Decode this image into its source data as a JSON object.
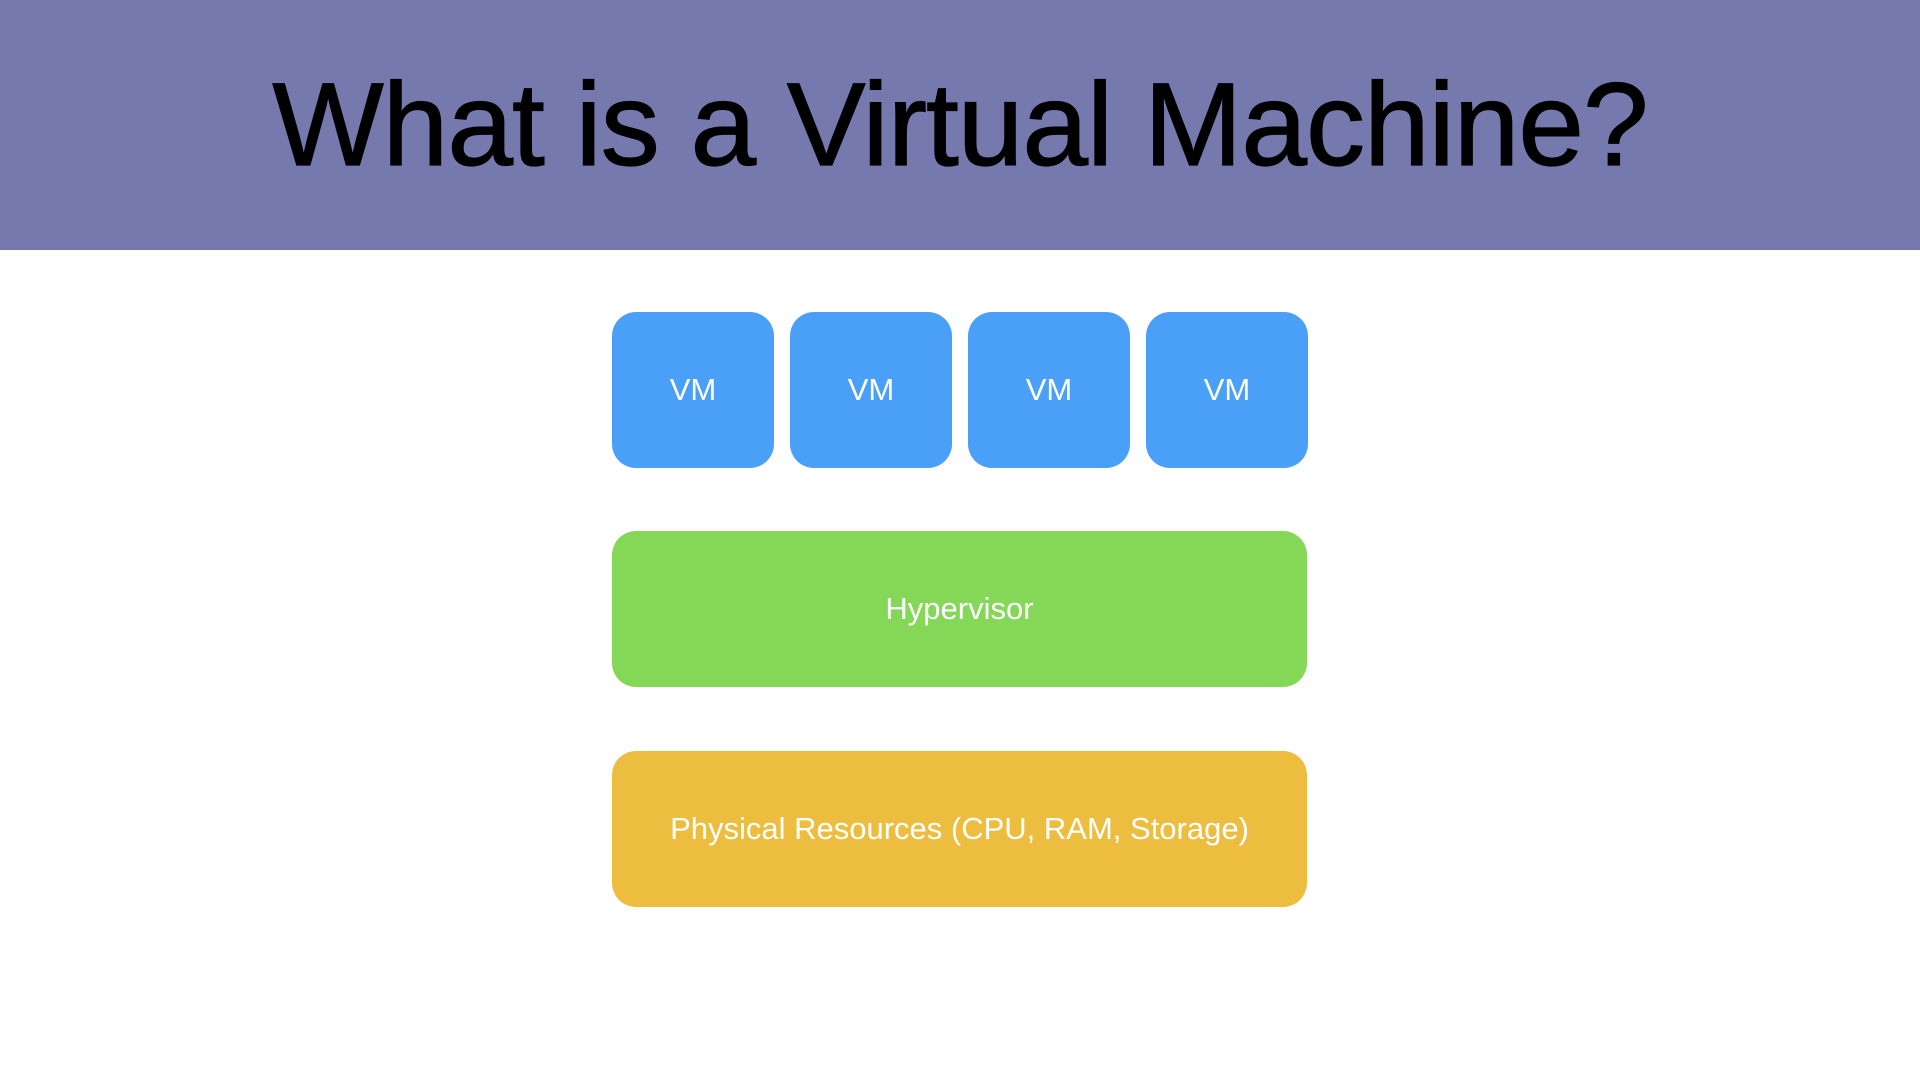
{
  "slide": {
    "title": "What is a Virtual Machine?",
    "colors": {
      "header_bg": "#7679ad",
      "vm": "#4a9ff7",
      "hypervisor": "#84d757",
      "physical": "#edbd40"
    },
    "vms": [
      {
        "label": "VM"
      },
      {
        "label": "VM"
      },
      {
        "label": "VM"
      },
      {
        "label": "VM"
      }
    ],
    "hypervisor": {
      "label": "Hypervisor"
    },
    "physical": {
      "label": "Physical Resources (CPU, RAM, Storage)"
    }
  }
}
